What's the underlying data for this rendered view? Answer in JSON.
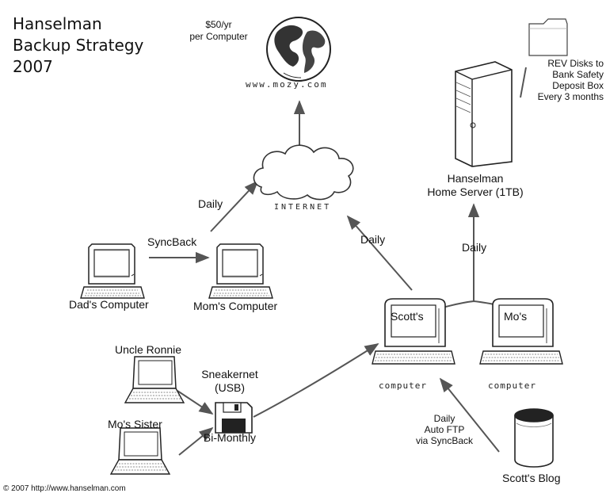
{
  "title": {
    "line1": "Hanselman",
    "line2": "Backup Strategy",
    "line3": "2007"
  },
  "mozy": {
    "price_line1": "$50/yr",
    "price_line2": "per Computer",
    "url": "www.mozy.com"
  },
  "internet": {
    "label": "INTERNET"
  },
  "rev": {
    "line1": "REV Disks to",
    "line2": "Bank Safety",
    "line3": "Deposit Box",
    "line4": "Every 3 months"
  },
  "server": {
    "line1": "Hanselman",
    "line2": "Home Server (1TB)"
  },
  "dad": {
    "label": "Dad's Computer"
  },
  "mom": {
    "label": "Mom's Computer"
  },
  "scott": {
    "screen": "Scott's",
    "caption": "computer"
  },
  "mo": {
    "screen": "Mo's",
    "caption": "computer"
  },
  "uncle": {
    "label": "Uncle Ronnie"
  },
  "sister": {
    "label": "Mo's Sister"
  },
  "sneakernet": {
    "line1": "Sneakernet",
    "line2": "(USB)",
    "line3": "Bi-Monthly"
  },
  "blog": {
    "label": "Scott's Blog",
    "ftp_line1": "Daily",
    "ftp_line2": "Auto FTP",
    "ftp_line3": "via SyncBack"
  },
  "edges": {
    "syncback": "SyncBack",
    "daily_dad": "Daily",
    "daily_scott": "Daily",
    "daily_server": "Daily"
  },
  "copyright": "© 2007 http://www.hanselman.com"
}
